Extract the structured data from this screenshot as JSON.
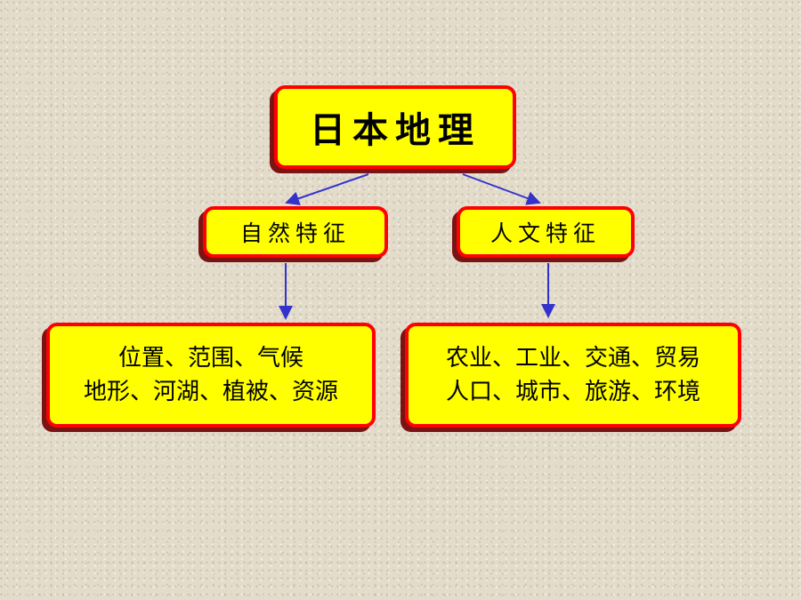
{
  "title": "日本地理",
  "branches": [
    {
      "label": "自然特征",
      "details": [
        "位置、范围、气候",
        "地形、河湖、植被、资源"
      ]
    },
    {
      "label": "人文特征",
      "details": [
        "农业、工业、交通、贸易",
        "人口、城市、旅游、环境"
      ]
    }
  ],
  "colors": {
    "box_fill": "#ffff00",
    "box_border": "#ff0000",
    "box_shadow": "#7a1414",
    "arrow": "#3333cc",
    "background": "#e4dccb"
  }
}
